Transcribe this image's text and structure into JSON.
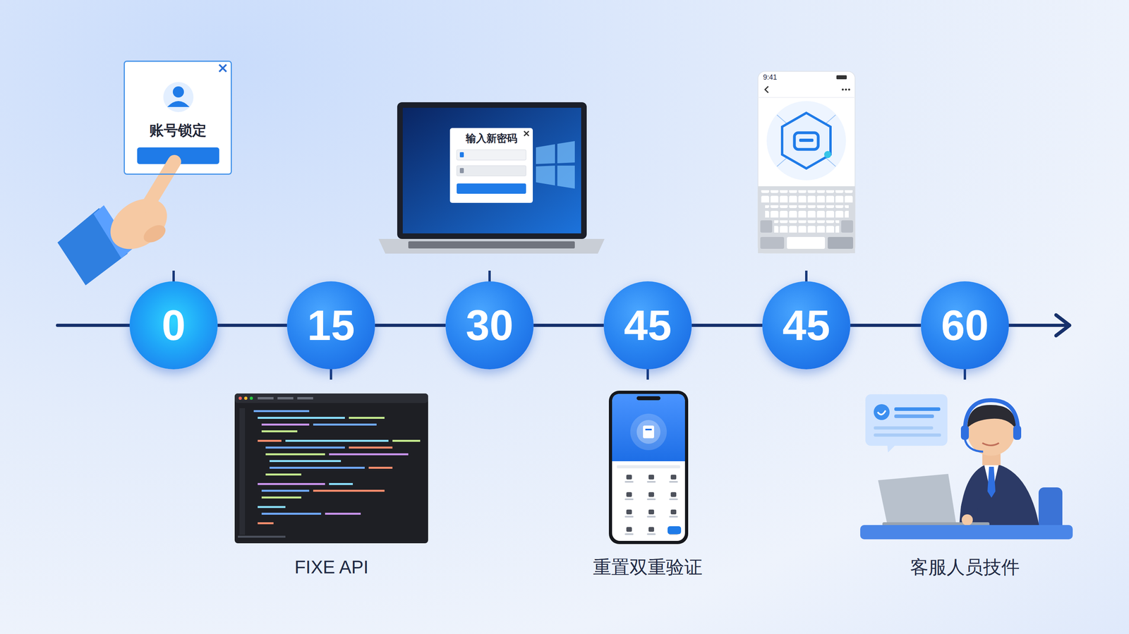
{
  "diagram": {
    "nodes": [
      {
        "text": [
          "账号锁定"
        ]
      },
      {
        "text": [
          "输入新密码"
        ]
      },
      {
        "text": [
          "0"
        ]
      },
      {
        "text": [
          "15"
        ]
      },
      {
        "text": [
          "30"
        ]
      },
      {
        "text": [
          "45"
        ]
      },
      {
        "text": [
          "45"
        ]
      },
      {
        "text": [
          "60"
        ]
      }
    ],
    "edges": [
      {
        "from": 2,
        "to": 3,
        "arrow": "none"
      },
      {
        "from": 3,
        "to": 4,
        "arrow": "none"
      },
      {
        "from": 4,
        "to": 5,
        "arrow": "none"
      },
      {
        "from": 5,
        "to": 6,
        "arrow": "none"
      },
      {
        "from": 6,
        "to": 7,
        "arrow": "none"
      }
    ],
    "labels": [
      "9:41",
      "FIXE API",
      "重置双重验证",
      "客服人员技件"
    ]
  }
}
